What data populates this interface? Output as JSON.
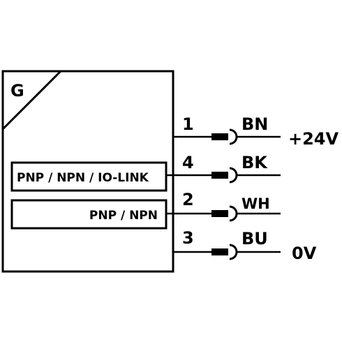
{
  "housing": {
    "label": "G"
  },
  "modules": [
    {
      "label": "PNP / NPN / IO-LINK"
    },
    {
      "label": "PNP / NPN"
    }
  ],
  "pins": [
    {
      "number": "1",
      "color_code": "BN",
      "signal": "+24V"
    },
    {
      "number": "4",
      "color_code": "BK",
      "signal": ""
    },
    {
      "number": "2",
      "color_code": "WH",
      "signal": ""
    },
    {
      "number": "3",
      "color_code": "BU",
      "signal": "0V"
    }
  ]
}
